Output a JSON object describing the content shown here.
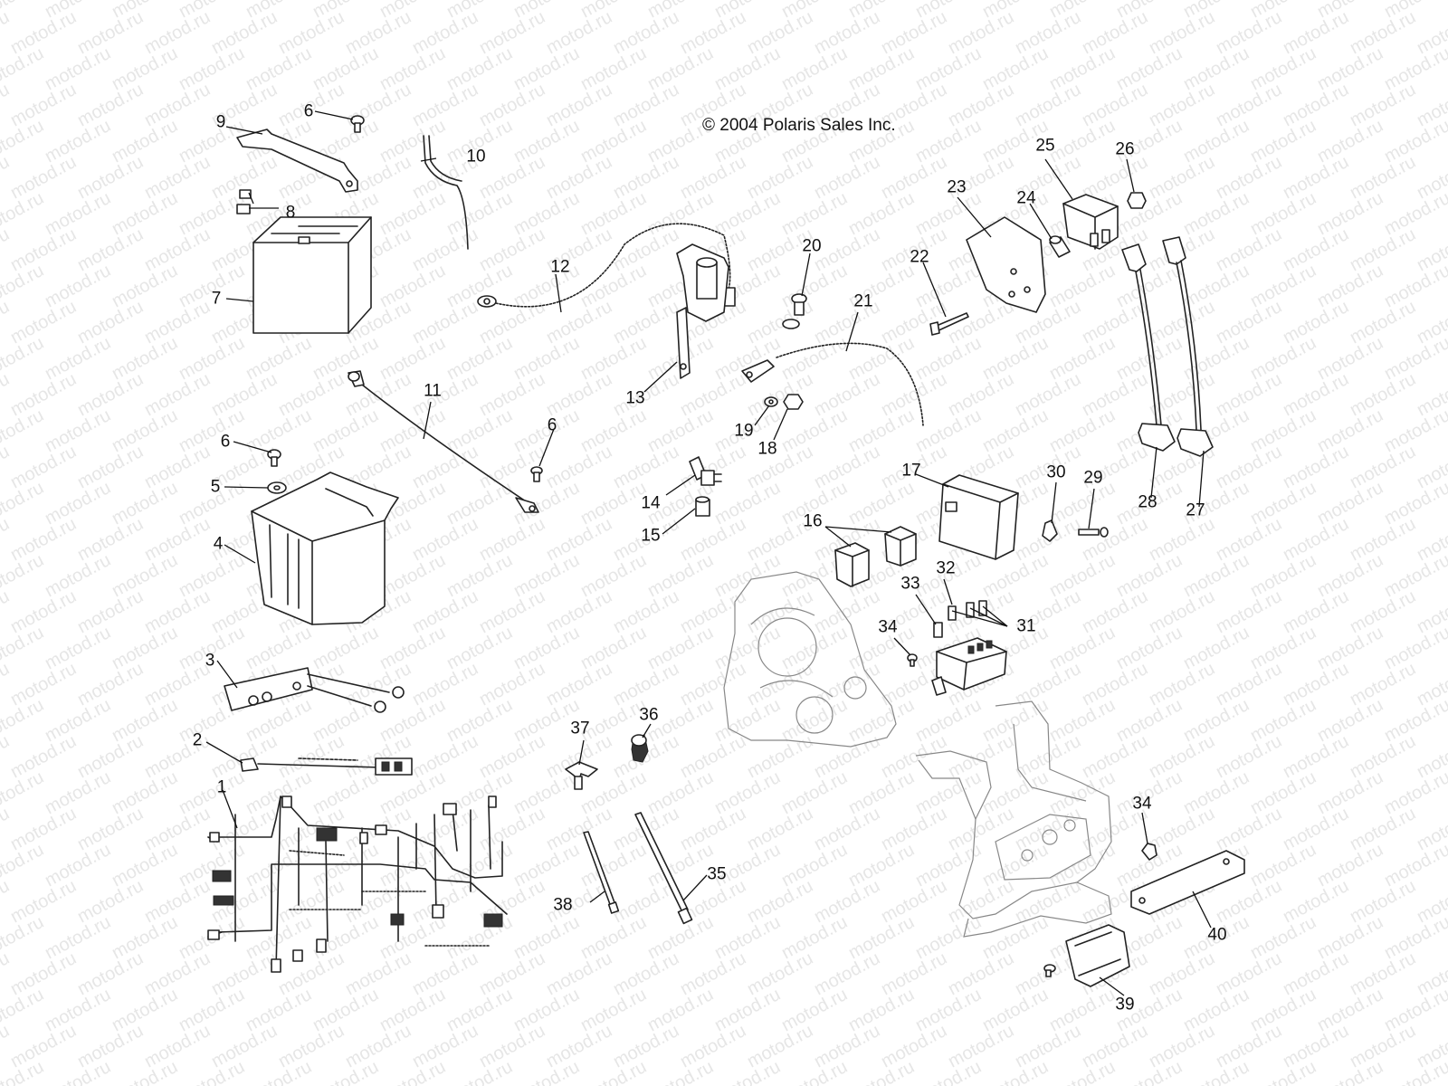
{
  "copyright": "© 2004 Polaris Sales Inc.",
  "watermark": "motod.ru",
  "callouts": {
    "c1": "1",
    "c2": "2",
    "c3": "3",
    "c4": "4",
    "c5": "5",
    "c6a": "6",
    "c6b": "6",
    "c6c": "6",
    "c7": "7",
    "c8": "8",
    "c9": "9",
    "c10": "10",
    "c11": "11",
    "c12": "12",
    "c13": "13",
    "c14": "14",
    "c15": "15",
    "c16": "16",
    "c17": "17",
    "c18": "18",
    "c19": "19",
    "c20": "20",
    "c21": "21",
    "c22": "22",
    "c23": "23",
    "c24": "24",
    "c25": "25",
    "c26": "26",
    "c27": "27",
    "c28": "28",
    "c29": "29",
    "c30": "30",
    "c31": "31",
    "c32": "32",
    "c33": "33",
    "c34a": "34",
    "c34b": "34",
    "c35": "35",
    "c36": "36",
    "c37": "37",
    "c38": "38",
    "c39": "39",
    "c40": "40"
  },
  "colors": {
    "line": "#222222",
    "watermark": "#e6e6e6",
    "background": "#ffffff"
  }
}
